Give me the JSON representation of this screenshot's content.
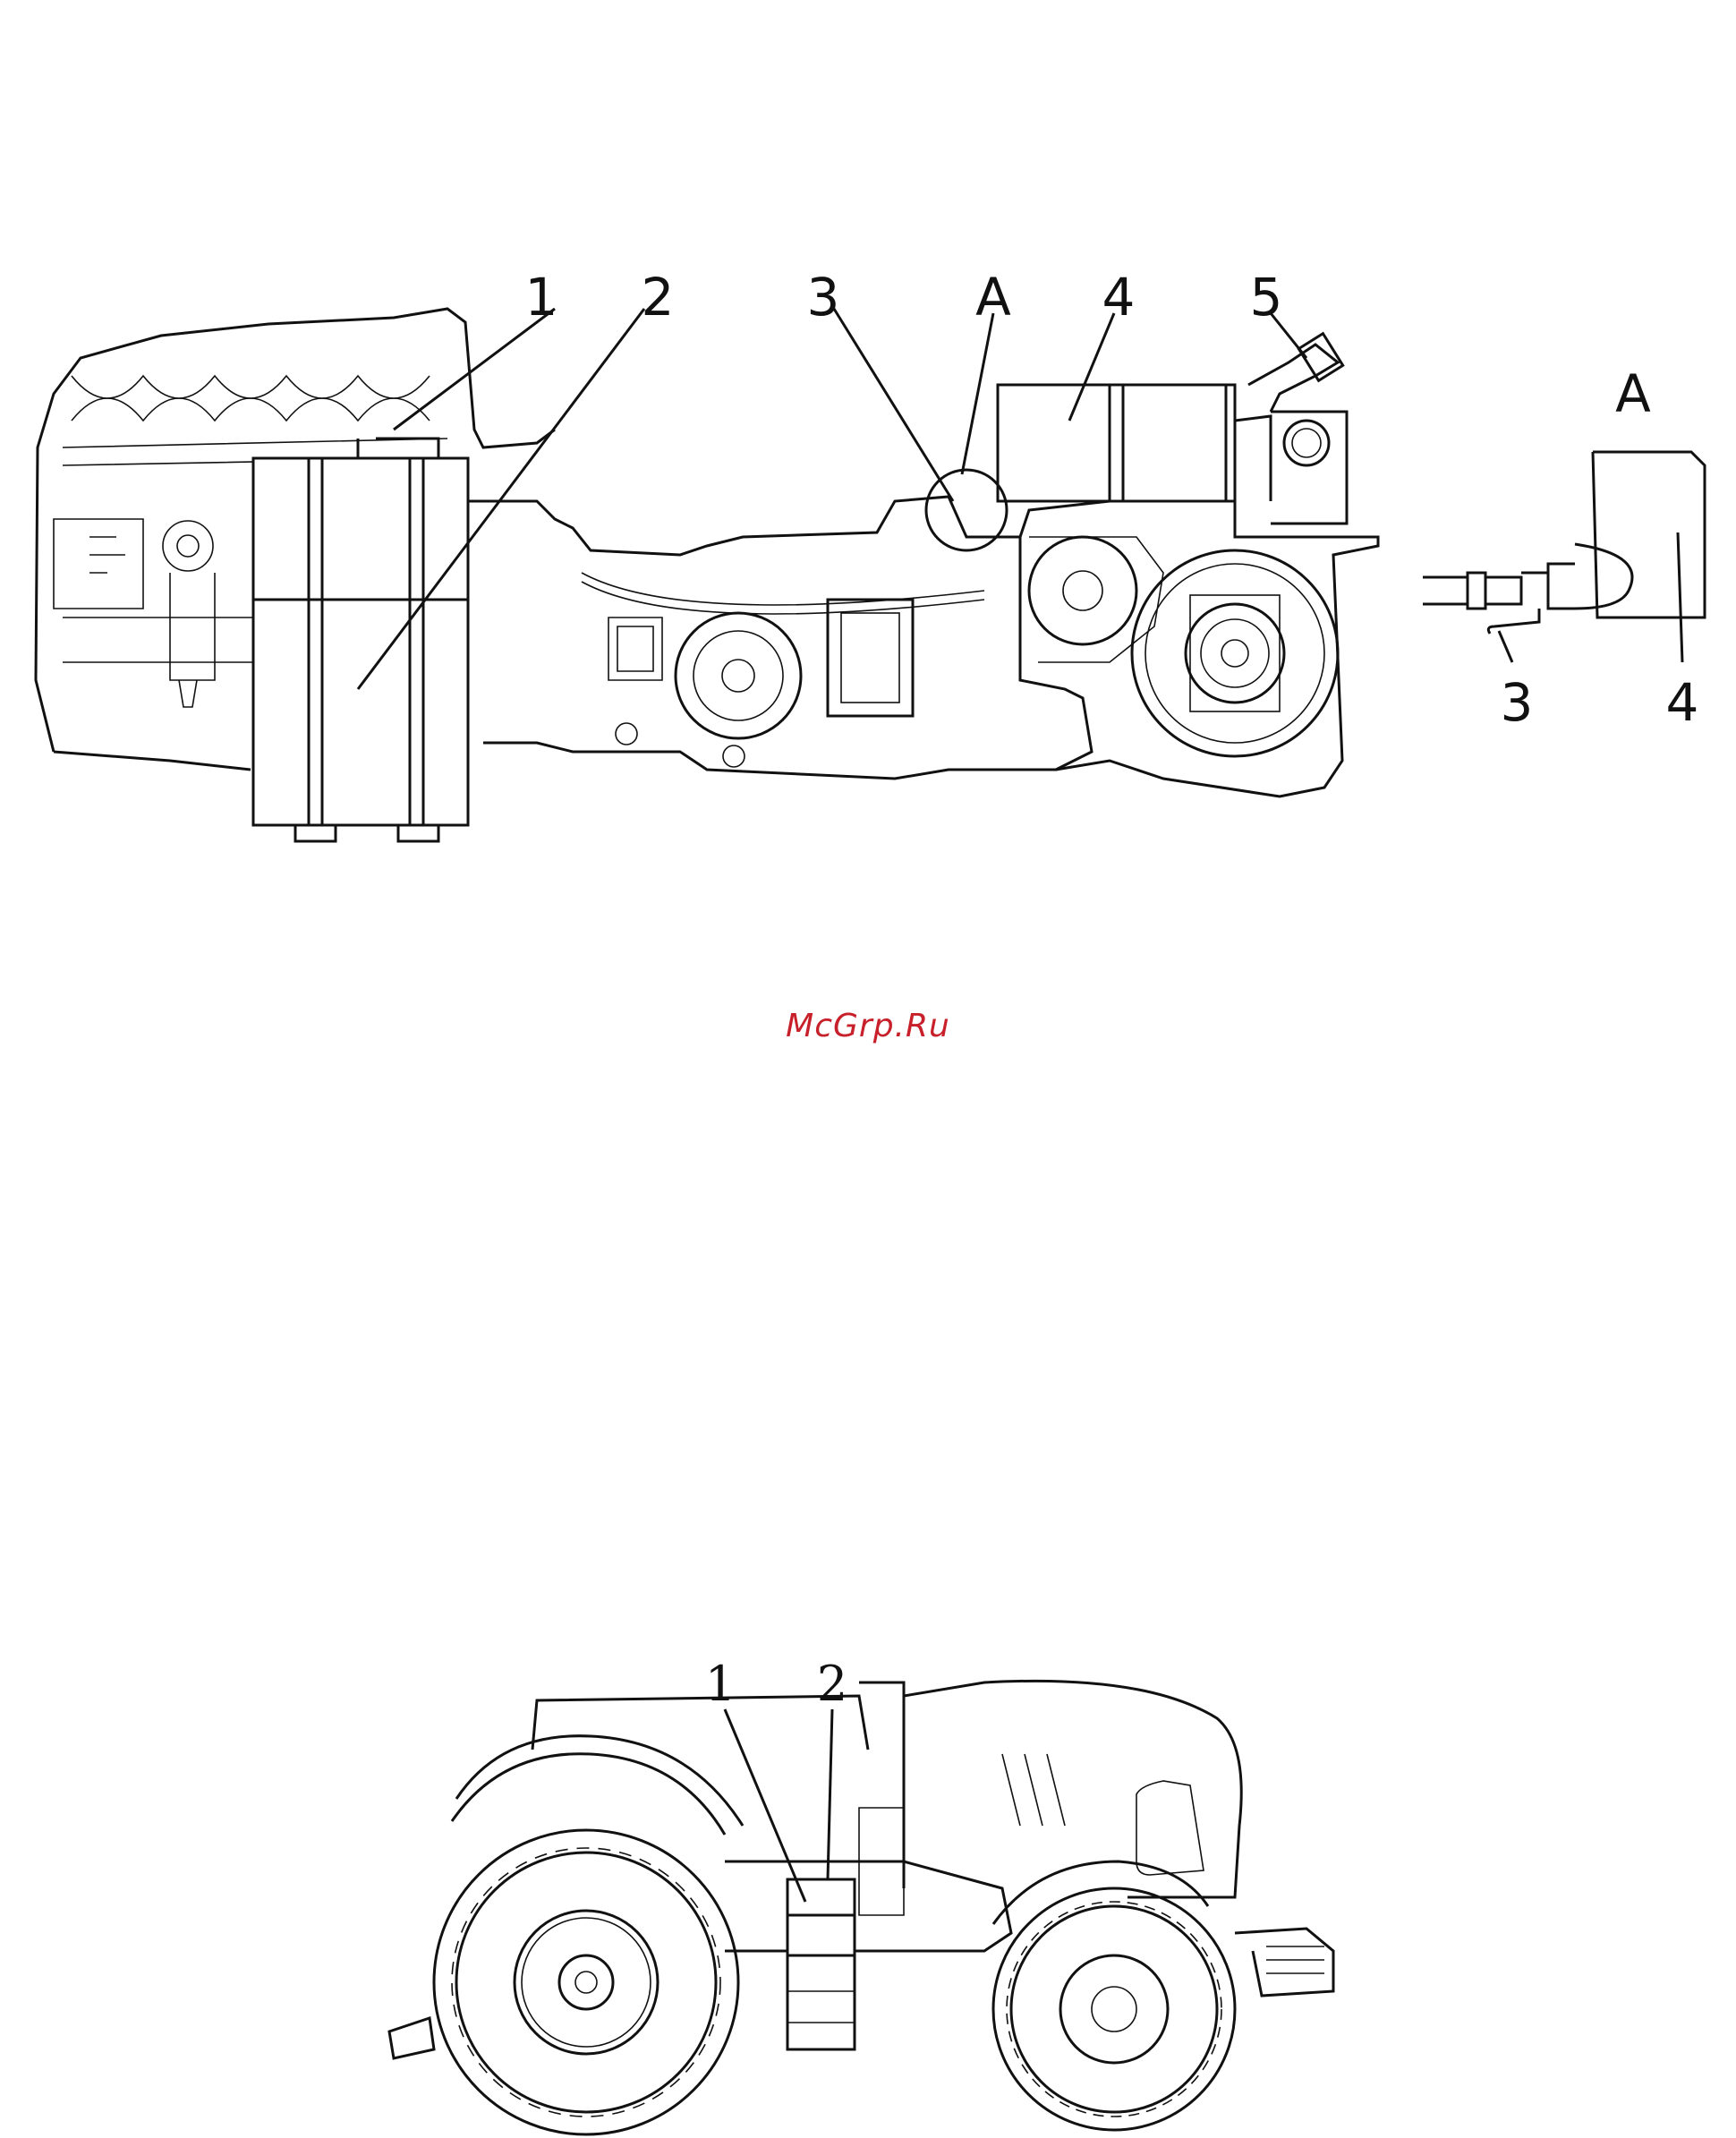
{
  "top_diagram": {
    "callouts": [
      "1",
      "2",
      "3",
      "A",
      "4",
      "5"
    ],
    "detail_view": {
      "title": "A",
      "callouts": [
        "3",
        "4"
      ]
    }
  },
  "watermark": "McGrp.Ru",
  "bottom_diagram": {
    "callouts": [
      "1",
      "2"
    ]
  }
}
